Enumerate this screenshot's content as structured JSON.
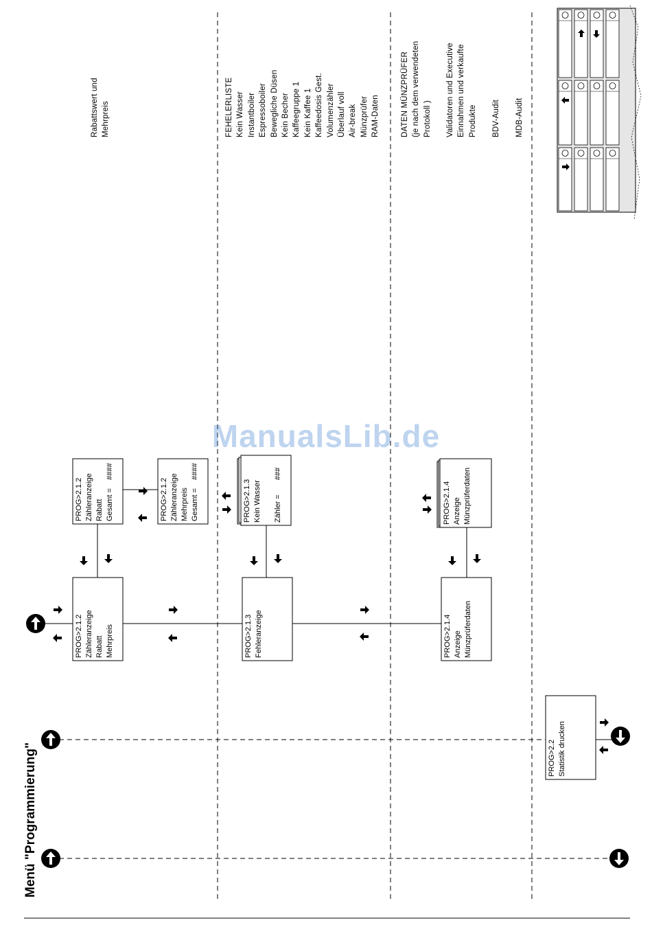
{
  "title": "Menü \"Programmierung\"",
  "watermark": "ManualsLib.de",
  "side_notes": {
    "discount": [
      "Rabattswert und",
      "Mehrpreis"
    ],
    "errors": [
      "FEHELERLISTE",
      "Kein Wasser",
      "Instantboiler",
      "Espressoboiler",
      "Bewegliche Düsen",
      "Kein Becher",
      "Kaffeegruppe 1",
      "Kein Kaffee 1",
      "Kaffeedosis Gest.",
      "Volumenzähler",
      "Überlauf voll",
      "Air-break",
      "Münzprüfer",
      "RAM-Daten"
    ],
    "coin": [
      "DATEN MÜNZPRÜFER",
      "(je nach dem verwendeten",
      "Protokoll )"
    ],
    "sales": [
      "Validatoren und Executive",
      "Einnahmen und verkaufte",
      "Produkte"
    ],
    "bdv": "BDV-Audit",
    "mdb": "MDB-Audit"
  },
  "boxes": {
    "counter_main": [
      "PROG>2.1.2",
      "Zähleranzeige",
      "Rabatt",
      "Mehrpreis"
    ],
    "counter_rabatt": [
      "PROG>2.1.2",
      "Zähleranzeige",
      "Rabatt",
      "Gesamt =    ####"
    ],
    "counter_mehrpreis": [
      "PROG>2.1.2",
      "Zähleranzeige",
      "Mehrpreis",
      "Gesamt =    ####"
    ],
    "error_main": [
      "PROG>2.1.3",
      "Fehleranzeige"
    ],
    "error_detail": [
      "PROG>2.1.3",
      "Kein Wasser",
      "",
      "Zähler =       ###"
    ],
    "coin_main": [
      "PROG>2.1.4",
      "Anzeige",
      "Münzprüferdaten"
    ],
    "coin_detail": [
      "PROG>2.1.4",
      "Anzeige",
      "Münzprüferdaten"
    ],
    "print_stats": [
      "PROG>2.2",
      "Statistik drucken"
    ]
  },
  "keypad": {
    "rows": 4,
    "cols": 4,
    "button_labels": []
  }
}
